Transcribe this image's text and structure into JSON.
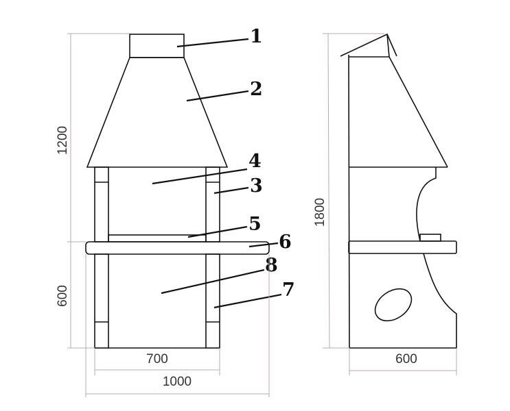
{
  "front_view": {
    "part_labels": [
      "1",
      "2",
      "3",
      "4",
      "5",
      "6",
      "7",
      "8"
    ],
    "dimensions": {
      "upper_height": "1200",
      "lower_height": "600",
      "inner_width": "700",
      "total_width": "1000"
    }
  },
  "side_view": {
    "dimensions": {
      "total_height": "1800",
      "depth": "600"
    }
  }
}
